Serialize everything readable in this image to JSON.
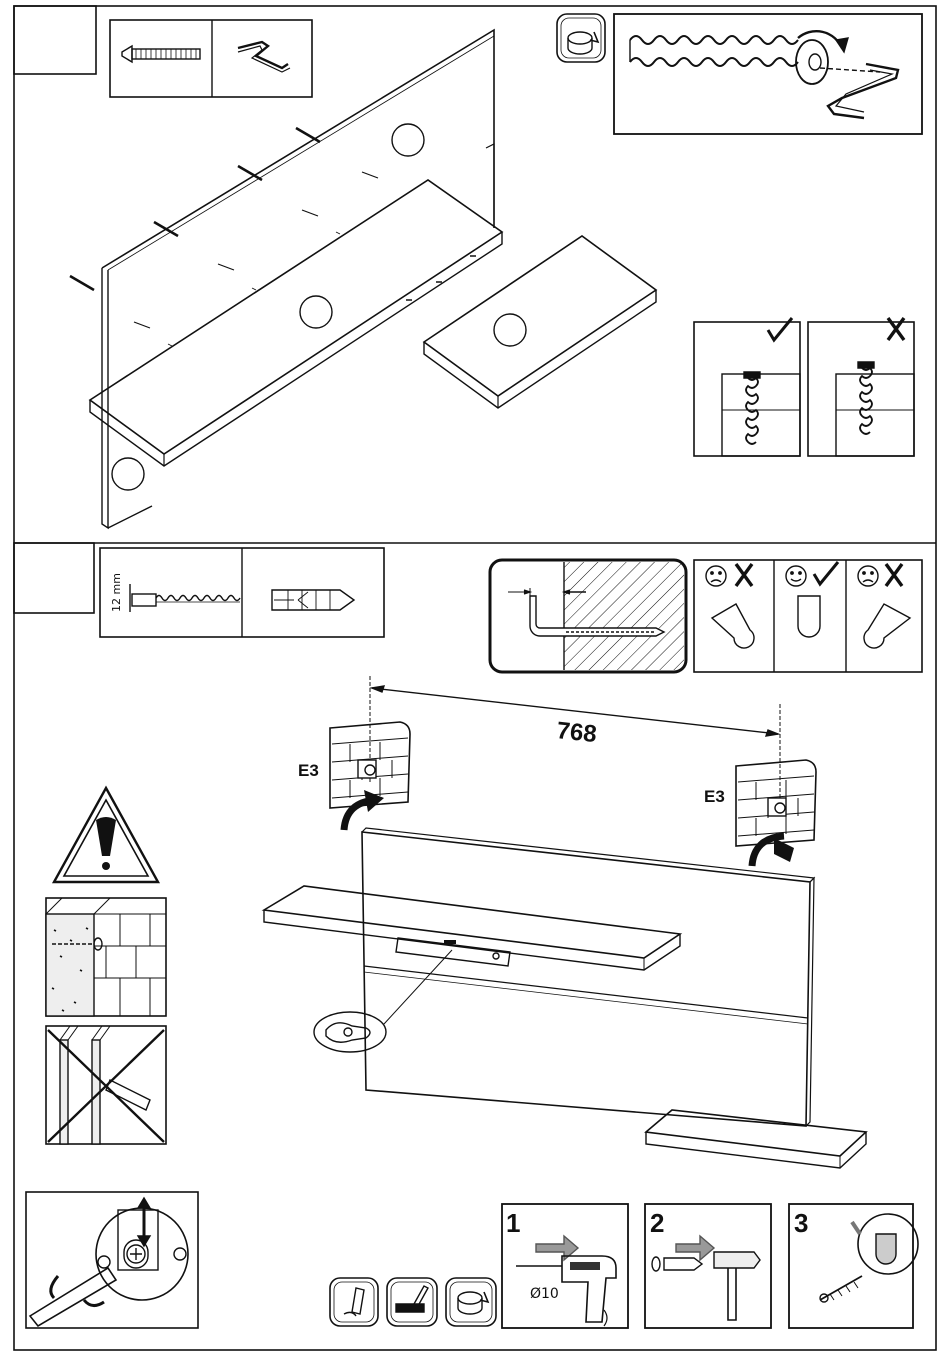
{
  "step_two": {
    "screw_length_label": "12 mm",
    "dimension_label": "768",
    "bracket_label_left": "E3",
    "bracket_label_right": "E3"
  },
  "drill_steps": [
    {
      "number": "1",
      "caption": "Ø10"
    },
    {
      "number": "2",
      "caption": ""
    },
    {
      "number": "3",
      "caption": ""
    }
  ]
}
